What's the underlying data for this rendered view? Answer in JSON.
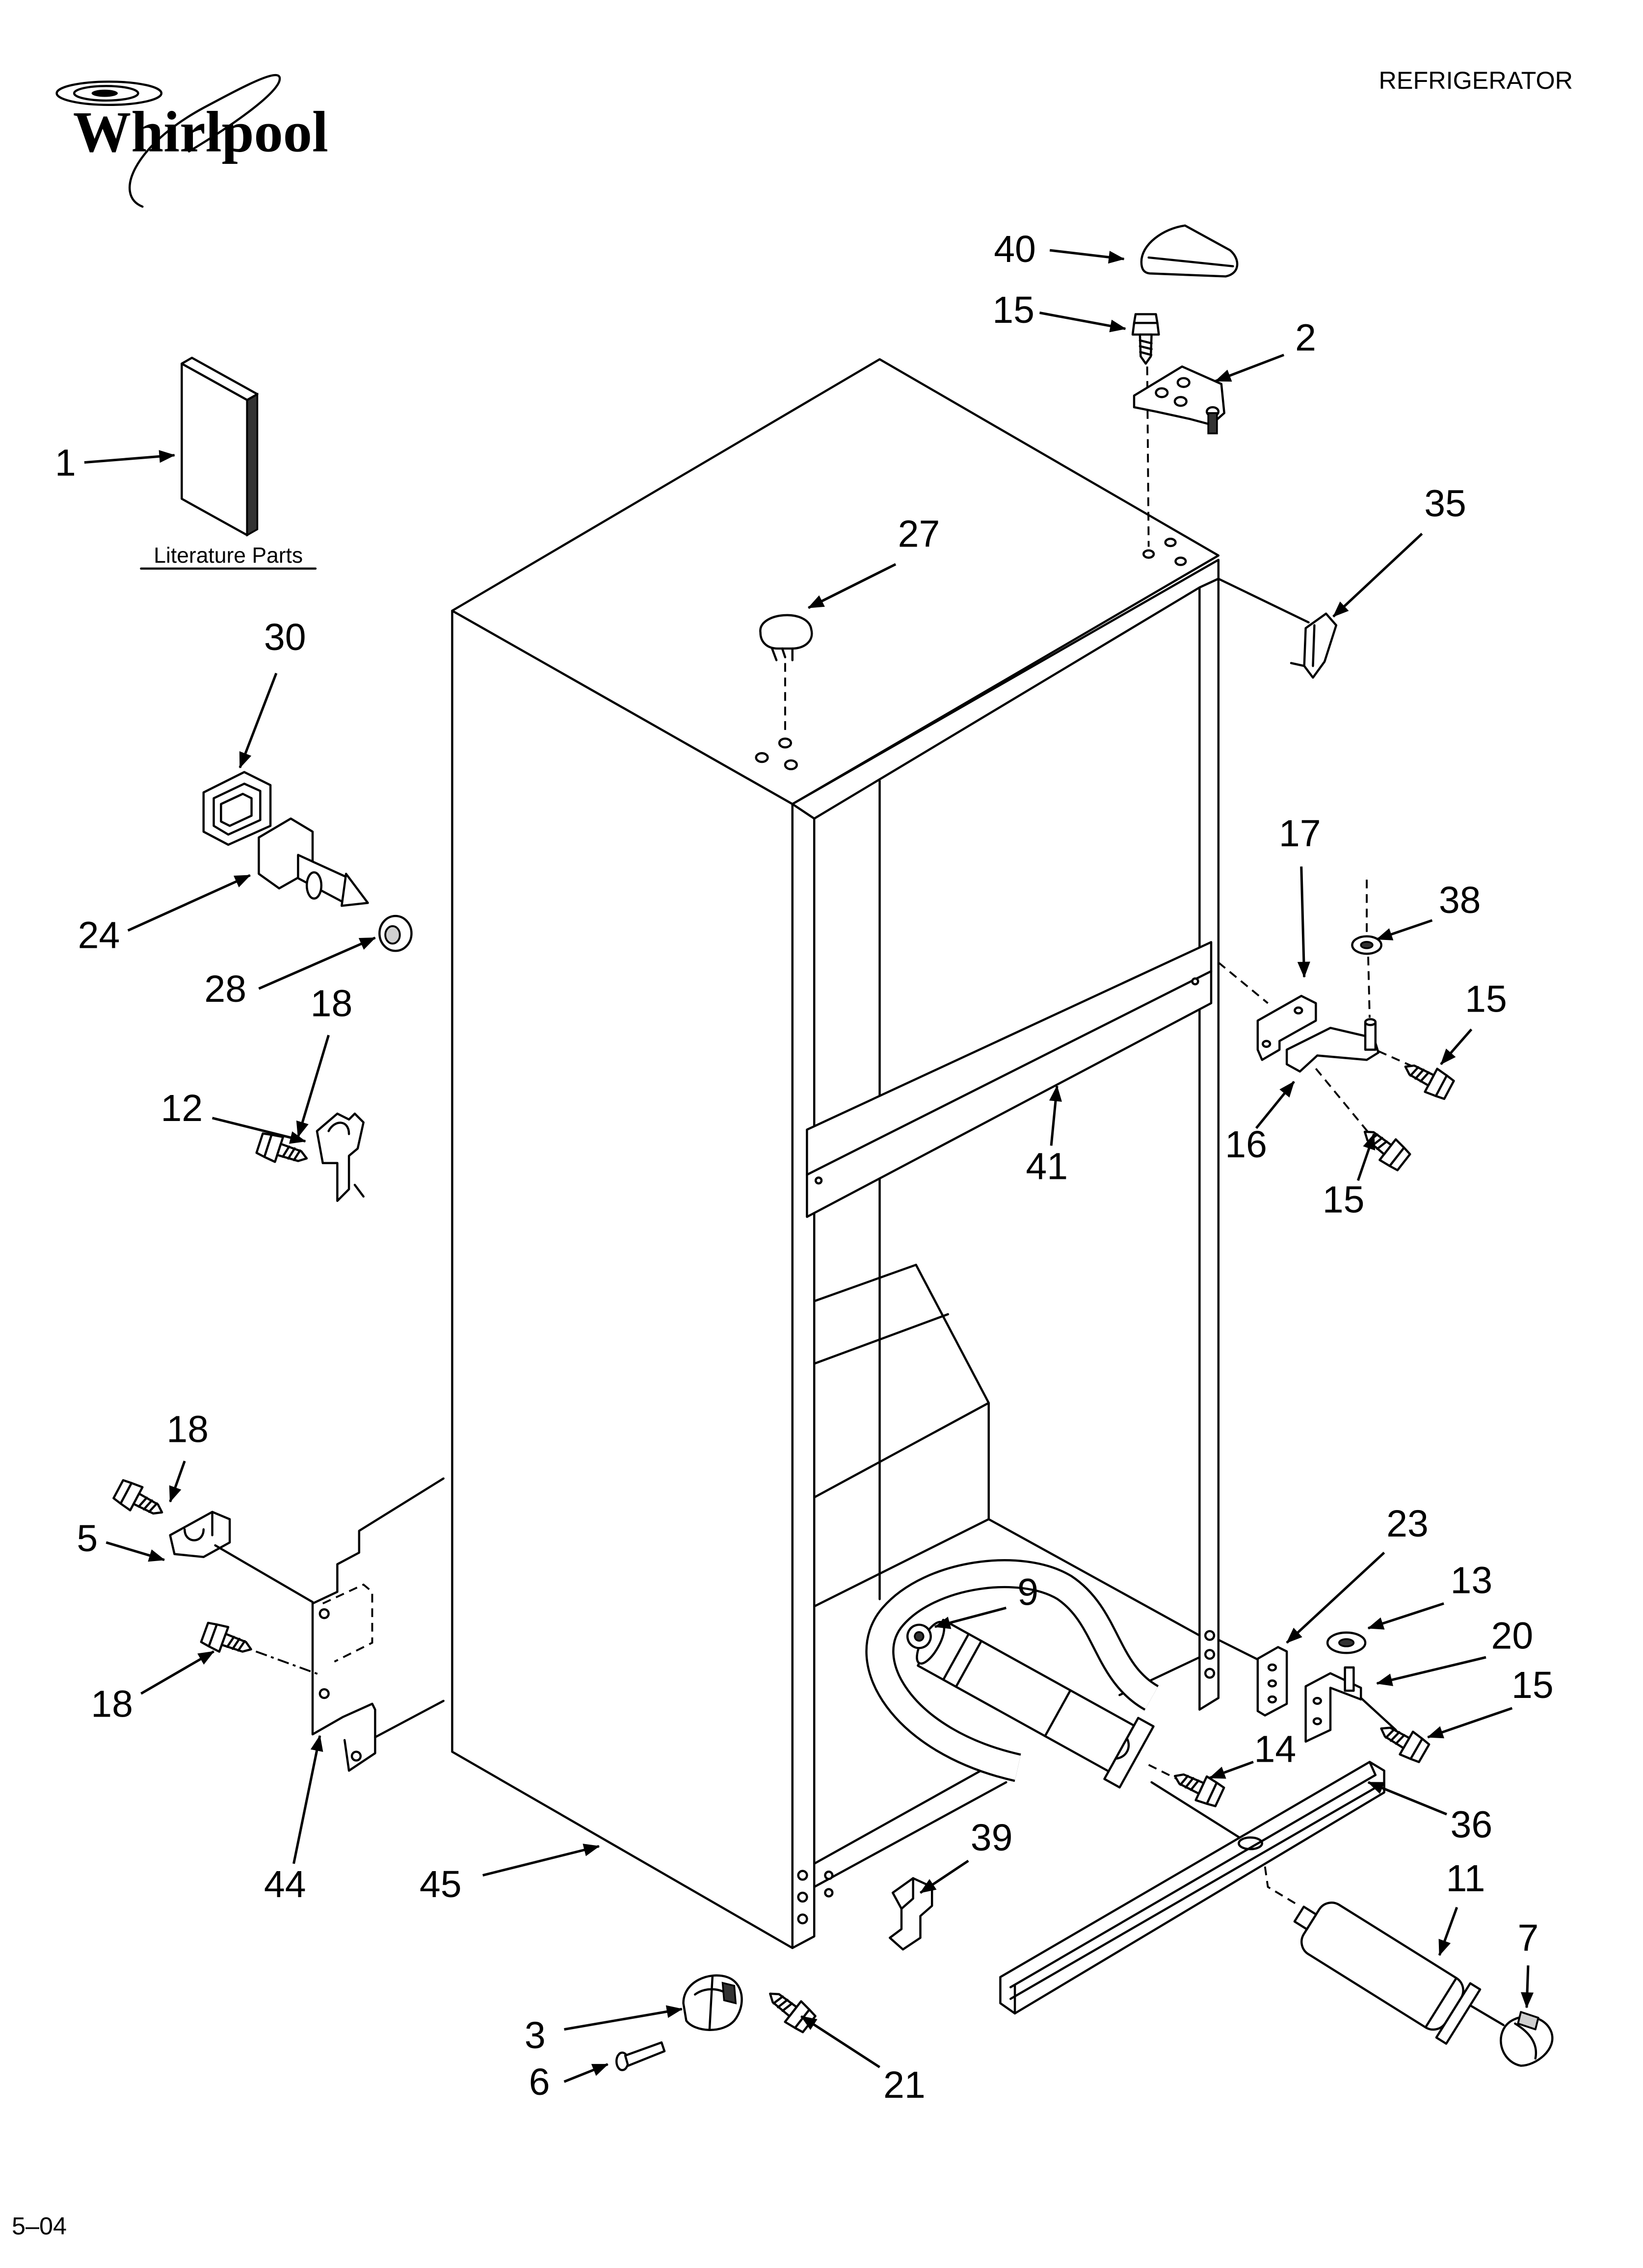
{
  "brand": "Whirlpool",
  "title": "REFRIGERATOR",
  "literature_label": "Literature Parts",
  "date_code": "5–04",
  "callouts": [
    "40",
    "15",
    "2",
    "1",
    "27",
    "35",
    "30",
    "24",
    "28",
    "18",
    "12",
    "17",
    "38",
    "15",
    "16",
    "41",
    "15",
    "18",
    "5",
    "18",
    "44",
    "45",
    "23",
    "13",
    "9",
    "20",
    "15",
    "14",
    "36",
    "39",
    "11",
    "7",
    "3",
    "6",
    "21"
  ]
}
